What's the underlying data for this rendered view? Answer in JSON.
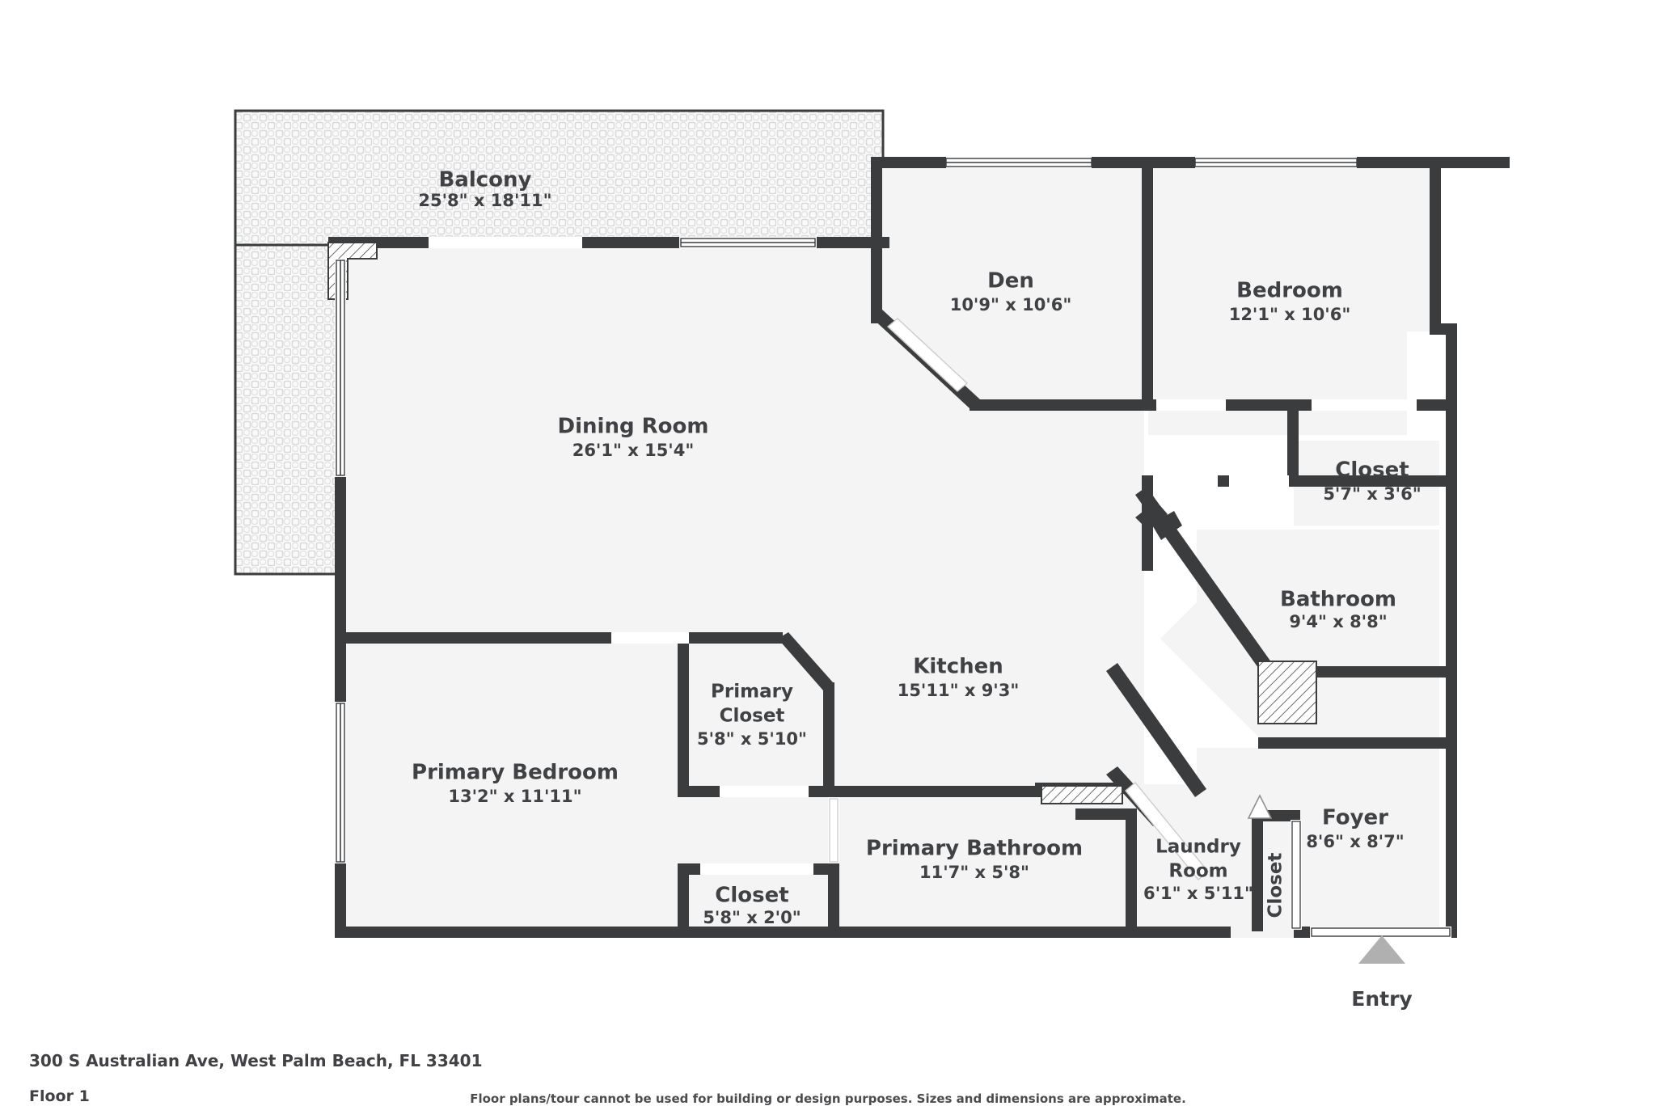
{
  "plan": {
    "title_address": "300 S Australian Ave, West Palm Beach, FL 33401",
    "floor_label": "Floor 1",
    "disclaimer": "Floor plans/tour cannot be used for building or design purposes. Sizes and dimensions are approximate.",
    "entry_label": "Entry",
    "colors": {
      "wall": "#3a3c3e",
      "room_fill": "#f4f4f4",
      "text": "#3f4144",
      "entry_marker": "#b0b0b0",
      "background": "#ffffff"
    }
  },
  "rooms": [
    {
      "id": "balcony",
      "name": "Balcony",
      "dimensions": "25'8\" x 18'11\""
    },
    {
      "id": "den",
      "name": "Den",
      "dimensions": "10'9\" x 10'6\""
    },
    {
      "id": "bedroom",
      "name": "Bedroom",
      "dimensions": "12'1\" x 10'6\""
    },
    {
      "id": "dining-room",
      "name": "Dining Room",
      "dimensions": "26'1\" x 15'4\""
    },
    {
      "id": "closet-bedroom",
      "name": "Closet",
      "dimensions": "5'7\" x 3'6\""
    },
    {
      "id": "bathroom",
      "name": "Bathroom",
      "dimensions": "9'4\" x 8'8\""
    },
    {
      "id": "kitchen",
      "name": "Kitchen",
      "dimensions": "15'11\" x 9'3\""
    },
    {
      "id": "primary-closet",
      "name": "Primary\nCloset",
      "name_line1": "Primary",
      "name_line2": "Closet",
      "dimensions": "5'8\" x 5'10\""
    },
    {
      "id": "primary-bedroom",
      "name": "Primary Bedroom",
      "dimensions": "13'2\" x 11'11\""
    },
    {
      "id": "closet-primary-b",
      "name": "Closet",
      "dimensions": "5'8\" x 2'0\""
    },
    {
      "id": "primary-bathroom",
      "name": "Primary Bathroom",
      "dimensions": "11'7\" x 5'8\""
    },
    {
      "id": "laundry-room",
      "name": "Laundry Room",
      "name_line1": "Laundry",
      "name_line2": "Room",
      "dimensions": "6'1\" x 5'11\""
    },
    {
      "id": "foyer",
      "name": "Foyer",
      "dimensions": "8'6\" x 8'7\""
    },
    {
      "id": "closet-foyer",
      "name": "Closet",
      "dimensions": ""
    }
  ]
}
